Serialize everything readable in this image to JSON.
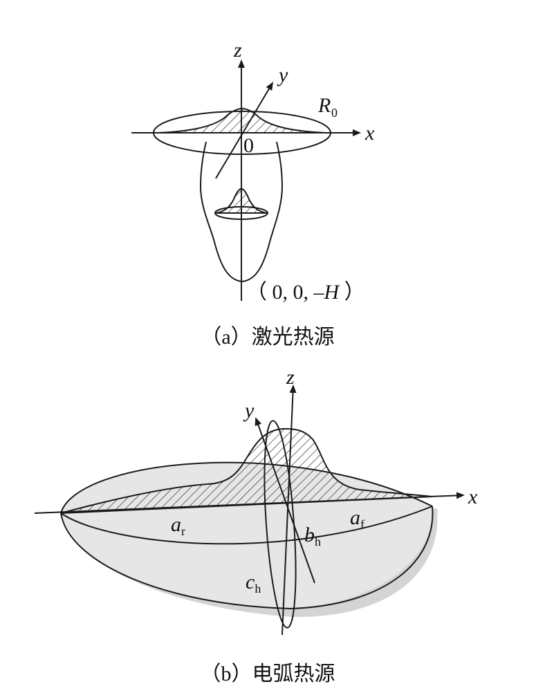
{
  "panel_a": {
    "axis_x": "x",
    "axis_y": "y",
    "axis_z": "z",
    "radius_label": "R",
    "radius_sub": "0",
    "origin_label": "0",
    "bottom_point": {
      "open": "（ 0, 0, –",
      "var": "H",
      "close": " ）"
    },
    "caption": "（a）激光热源"
  },
  "panel_b": {
    "axis_x": "x",
    "axis_y": "y",
    "axis_z": "z",
    "ar": {
      "main": "a",
      "sub": "r"
    },
    "af": {
      "main": "a",
      "sub": "f"
    },
    "bh": {
      "main": "b",
      "sub": "h"
    },
    "ch": {
      "main": "c",
      "sub": "h"
    },
    "caption": "（b）电弧热源"
  },
  "colors": {
    "line": "#1a1a1a",
    "fill": "#e6e6e6",
    "shadow": "#d4d4d4"
  }
}
